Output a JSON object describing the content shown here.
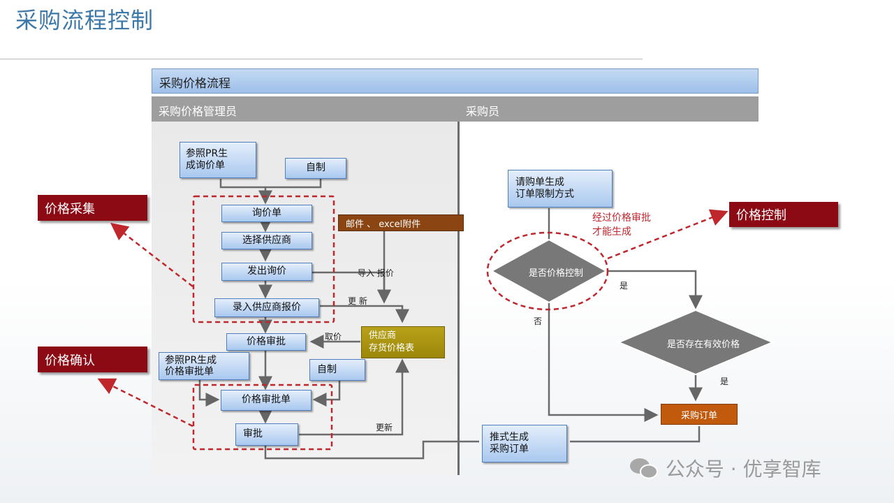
{
  "title": "采购流程控制",
  "header": "采购价格流程",
  "lanes": {
    "left": "采购价格管理员",
    "right": "采购员"
  },
  "boxes": {
    "ref_pr_inquiry": "参照PR生\n成询价单",
    "self_made_1": "自制",
    "inquiry": "询价单",
    "select_supplier": "选择供应商",
    "send_inquiry": "发出询价",
    "enter_quote": "录入供应商报价",
    "price_approval": "价格审批",
    "ref_pr_approval": "参照PR生成\n价格审批单",
    "self_made_2": "自制",
    "approval_form": "价格审批单",
    "approve": "审批",
    "requisition": "请购单生成\n订单限制方式",
    "push_order": "推式生成\n采购订单"
  },
  "mail": "邮件 、 excel附件",
  "supplier_table": "供应商\n存货价格表",
  "purchase_order": "采购订单",
  "tags": {
    "collect": "价格采集",
    "confirm": "价格确认",
    "control": "价格控制"
  },
  "diamonds": {
    "price_control": "是否价格控制",
    "valid_price": "是否存在有效价格"
  },
  "labels": {
    "import_quote": "导入 报价",
    "update_1": "更 新",
    "take_price": "取价",
    "update_2": "更新",
    "yes_1": "是",
    "no": "否",
    "yes_2": "是"
  },
  "red_note": "经过价格审批\n才能生成",
  "watermark": "公众号 · 优享智库",
  "colors": {
    "dark_red": "#8b0a14",
    "dashed_red": "#c0272d",
    "lane_gray": "#9e9e9e",
    "box_blue": "#a9c8ef"
  }
}
